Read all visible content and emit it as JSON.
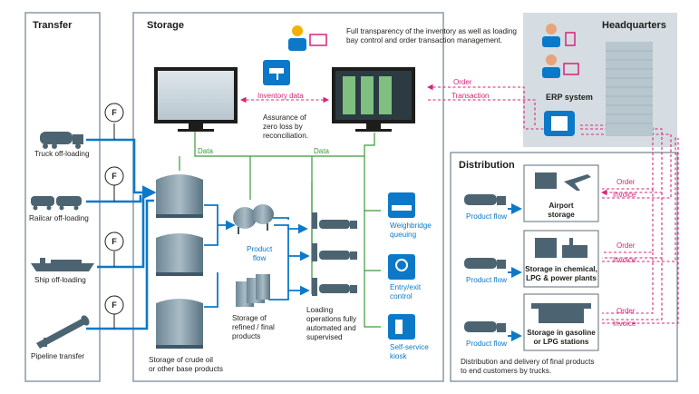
{
  "panels": {
    "transfer": "Transfer",
    "storage": "Storage",
    "headquarters": "Headquarters",
    "distribution": "Distribution"
  },
  "transfer_items": [
    "Truck off-loading",
    "Railcar off-loading",
    "Ship off-loading",
    "Pipeline transfer"
  ],
  "flow_meter_symbol": "F",
  "storage": {
    "transparency_note": "Full transparency of the inventory as well as loading bay control and order transaction management.",
    "inventory_data": "Inventory data",
    "reconciliation": "Assurance of\nzero loss by\nreconciliation.",
    "data_label": "Data",
    "product_flow": "Product\nflow",
    "crude_oil": "Storage of crude oil\nor other base products",
    "refined": "Storage of\nrefined / final\nproducts",
    "loading_ops": "Loading\noperations fully\nautomated and\nsupervised",
    "weighbridge": "Weighbridge\nqueuing",
    "entry_exit": "Entry/exit\ncontrol",
    "kiosk": "Self-service\nkiosk"
  },
  "headquarters": {
    "erp": "ERP system",
    "order": "Order",
    "transaction": "Transaction"
  },
  "distribution": {
    "product_flow": "Product flow",
    "order": "Order",
    "invoice": "Invoice",
    "destinations": [
      "Airport\nstorage",
      "Storage in chemical,\nLPG & power plants",
      "Storage in gasoline\nor LPG stations"
    ],
    "footer": "Distribution and delivery of final products\nto end customers by trucks."
  },
  "colors": {
    "pipe": "#0b79c8",
    "data_line": "#3a9b3a",
    "order_line": "#d6257a",
    "tank": "#3e5868",
    "icon_bg": "#0b79c8",
    "hq_bg": "#d5dde2"
  }
}
